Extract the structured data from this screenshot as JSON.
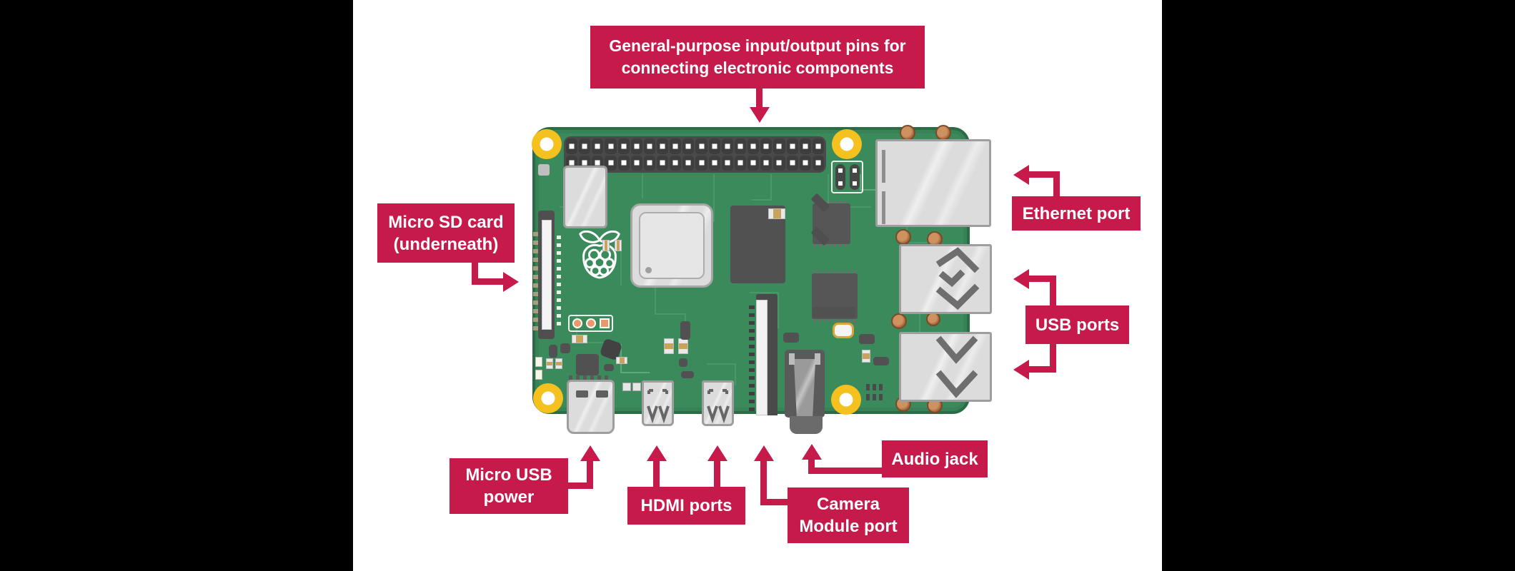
{
  "canvas": {
    "side_bars_color": "#000000",
    "content_background": "#FFFFFF"
  },
  "colors": {
    "accent_crimson": "#C51A4A",
    "label_text": "#FFFFFF",
    "board_green": "#3B8A5C",
    "board_edge_green": "#2B6B46",
    "trace_green": "#4C9A69",
    "mount_hole_yellow": "#F5C11E",
    "port_gray": "#DCDCDC",
    "chip_dark_gray": "#4F4F4F",
    "copper_pad_brown": "#C5854F"
  },
  "board": {
    "gpio_pins": 40
  },
  "labels": {
    "gpio": {
      "lines": [
        "General-purpose input/output pins for",
        "connecting electronic components"
      ]
    },
    "micro_sd": {
      "lines": [
        "Micro SD card",
        "(underneath)"
      ]
    },
    "ethernet": {
      "text": "Ethernet port"
    },
    "usb": {
      "text": "USB ports"
    },
    "micro_usb": {
      "lines": [
        "Micro USB",
        "power"
      ]
    },
    "hdmi": {
      "text": "HDMI ports"
    },
    "camera": {
      "lines": [
        "Camera",
        "Module port"
      ]
    },
    "audio": {
      "text": "Audio jack"
    }
  }
}
